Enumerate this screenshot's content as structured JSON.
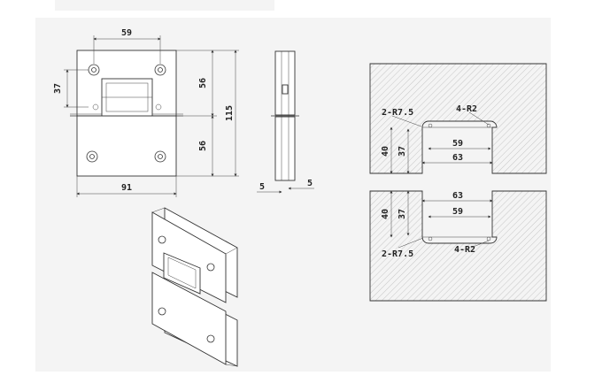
{
  "hinge_front": {
    "hole_spacing": "59",
    "hole_height": "37",
    "upper_height": "56",
    "lower_height": "56",
    "total_height": "115",
    "width": "91"
  },
  "hinge_side": {
    "left_thickness": "5",
    "right_thickness": "5"
  },
  "glass_cutout_top": {
    "corner_radius": "2-R7.5",
    "hole_radius": "4-R2",
    "height_outer": "40",
    "height_inner": "37",
    "slot_width": "59",
    "cutout_width": "63"
  },
  "glass_cutout_bottom": {
    "corner_radius": "2-R7.5",
    "hole_radius": "4-R2",
    "height_outer": "40",
    "height_inner": "37",
    "slot_width": "59",
    "cutout_width": "63"
  },
  "colors": {
    "panel_bg": "#f4f4f4",
    "line": "#333333",
    "hatch": "#9a9a9a"
  }
}
